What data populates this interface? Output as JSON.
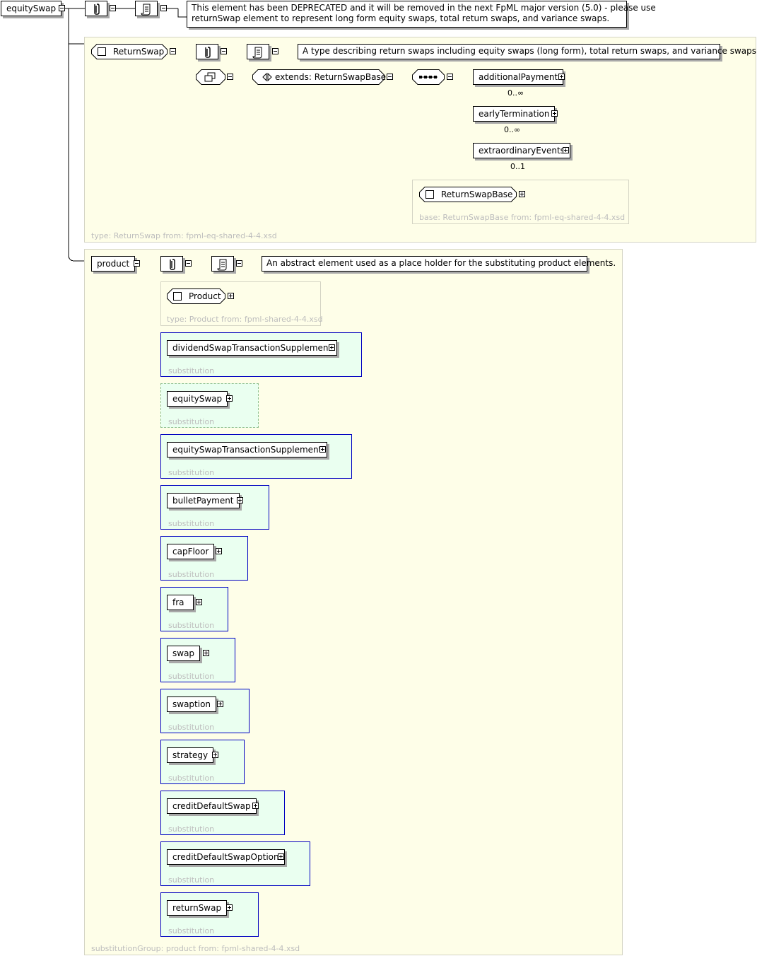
{
  "root": {
    "name": "equitySwap"
  },
  "root_doc": {
    "line1": "This element has been DEPRECATED and it will be removed in the next FpML major version (5.0) - please use",
    "line2": "returnSwap element to represent long form equity swaps, total return swaps, and variance swaps."
  },
  "return_swap": {
    "name": "ReturnSwap",
    "doc": "A type describing return swaps including equity swaps (long form), total return swaps, and variance swaps.",
    "extends": "extends: ReturnSwapBase",
    "footer": "type: ReturnSwap from: fpml-eq-shared-4-4.xsd",
    "children": [
      {
        "name": "additionalPayment",
        "occurs": "0..∞"
      },
      {
        "name": "earlyTermination",
        "occurs": "0..∞"
      },
      {
        "name": "extraordinaryEvents",
        "occurs": "0..1"
      }
    ],
    "base": {
      "name": "ReturnSwapBase",
      "footer": "base: ReturnSwapBase from: fpml-eq-shared-4-4.xsd"
    }
  },
  "product": {
    "name": "product",
    "doc": "An abstract element used as a place holder for the substituting product elements.",
    "type_name": "Product",
    "type_footer": "type: Product from: fpml-shared-4-4.xsd",
    "footer": "substitutionGroup: product from: fpml-shared-4-4.xsd",
    "substitution_label": "substitution",
    "substitutions": [
      {
        "name": "dividendSwapTransactionSupplement"
      },
      {
        "name": "equitySwap"
      },
      {
        "name": "equitySwapTransactionSupplement"
      },
      {
        "name": "bulletPayment"
      },
      {
        "name": "capFloor"
      },
      {
        "name": "fra"
      },
      {
        "name": "swap"
      },
      {
        "name": "swaption"
      },
      {
        "name": "strategy"
      },
      {
        "name": "creditDefaultSwap"
      },
      {
        "name": "creditDefaultSwapOption"
      },
      {
        "name": "returnSwap"
      }
    ]
  }
}
